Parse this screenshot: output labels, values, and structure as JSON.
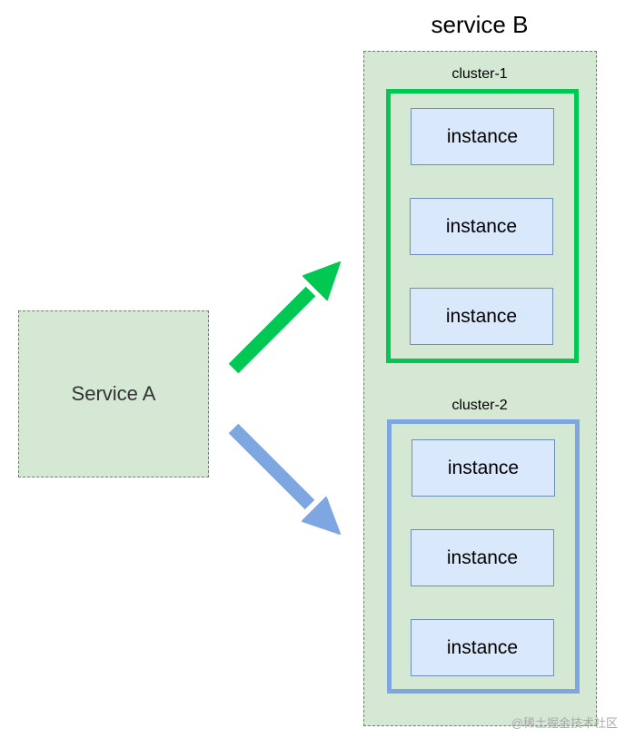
{
  "service_a": {
    "label": "Service A"
  },
  "service_b": {
    "title": "service B",
    "clusters": [
      {
        "label": "cluster-1",
        "color": "#00c853",
        "instances": [
          "instance",
          "instance",
          "instance"
        ]
      },
      {
        "label": "cluster-2",
        "color": "#7ea6e0",
        "instances": [
          "instance",
          "instance",
          "instance"
        ]
      }
    ]
  },
  "watermark": "@稀土掘金技术社区",
  "colors": {
    "service_fill": "#d5e8d4",
    "instance_fill": "#dae8fc",
    "instance_border": "#6c8ebf",
    "arrow_to_cluster_1": "#00c853",
    "arrow_to_cluster_2": "#7ea6e0"
  }
}
